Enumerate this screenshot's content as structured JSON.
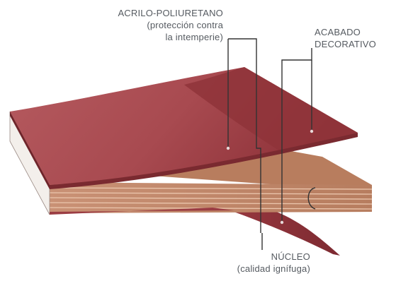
{
  "labels": {
    "acrylic": {
      "title": "ACRILO-POLIURETANO",
      "note_line1": "(protección contra",
      "note_line2": "la intemperie)"
    },
    "decorative": {
      "line1": "ACABADO",
      "line2": "DECORATIVO"
    },
    "core": {
      "title": "NÚCLEO",
      "note": "(calidad ignífuga)"
    }
  },
  "colors": {
    "panel_top": "#a84a4f",
    "panel_dark": "#8c3138",
    "core_brown": "#c48a6c",
    "core_line": "#e6bea4",
    "edge_white": "#f4f1ee",
    "leader_line": "#333333"
  }
}
